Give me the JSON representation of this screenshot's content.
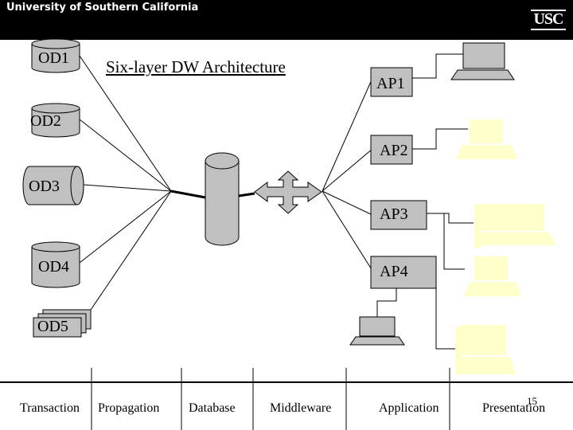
{
  "header": {
    "university": "University of Southern California",
    "logo": "USC"
  },
  "title": "Six-layer DW Architecture",
  "sources": [
    "OD1",
    "OD2",
    "OD3",
    "OD4",
    "OD5"
  ],
  "apps": [
    "AP1",
    "AP2",
    "AP3",
    "AP4"
  ],
  "layers": [
    "Transaction",
    "Propagation",
    "Database",
    "Middleware",
    "Application",
    "Presentation"
  ],
  "page_number": "15",
  "colors": {
    "shape_fill": "#c0c0c0",
    "terminal_gray": "#c0c0c0",
    "terminal_yellow": "#ffffcc",
    "header": "#000000"
  }
}
